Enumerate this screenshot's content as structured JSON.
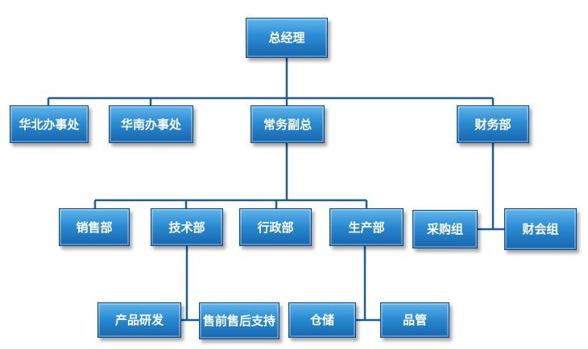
{
  "nodes": {
    "ceo": "总经理",
    "north_office": "华北办事处",
    "south_office": "华南办事处",
    "deputy_gm": "常务副总",
    "finance_dept": "财务部",
    "sales_dept": "销售部",
    "tech_dept": "技术部",
    "admin_dept": "行政部",
    "production_dept": "生产部",
    "purchasing_group": "采购组",
    "accounting_group": "财会组",
    "product_rd": "产品研发",
    "presales_support": "售前售后支持",
    "warehouse": "仓储",
    "quality_control": "品管"
  },
  "edges": [
    [
      "ceo",
      "north_office"
    ],
    [
      "ceo",
      "south_office"
    ],
    [
      "ceo",
      "deputy_gm"
    ],
    [
      "ceo",
      "finance_dept"
    ],
    [
      "deputy_gm",
      "sales_dept"
    ],
    [
      "deputy_gm",
      "tech_dept"
    ],
    [
      "deputy_gm",
      "admin_dept"
    ],
    [
      "deputy_gm",
      "production_dept"
    ],
    [
      "finance_dept",
      "purchasing_group"
    ],
    [
      "finance_dept",
      "accounting_group"
    ],
    [
      "tech_dept",
      "product_rd"
    ],
    [
      "tech_dept",
      "presales_support"
    ],
    [
      "production_dept",
      "warehouse"
    ],
    [
      "production_dept",
      "quality_control"
    ]
  ],
  "colors": {
    "box_fill": "#2a8cd3",
    "box_border": "#0e4a86",
    "line": "#1e5f96",
    "text": "#ffffff"
  }
}
